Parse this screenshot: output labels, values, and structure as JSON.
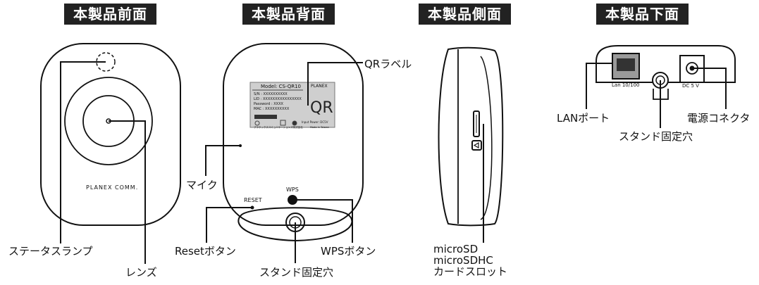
{
  "headers": {
    "front": "本製品前面",
    "back": "本製品背面",
    "side": "本製品側面",
    "bottom": "本製品下面"
  },
  "front": {
    "brand": "PLANEX COMM.",
    "status_lamp": "ステータスランプ",
    "lens": "レンズ"
  },
  "back": {
    "qr_label": "QRラベル",
    "mic": "マイク",
    "reset_small": "RESET",
    "wps_small": "WPS",
    "reset_button": "Resetボタン",
    "wps_button": "WPSボタン",
    "stand_hole": "スタンド固定穴",
    "sticker": {
      "model": "Model: CS-QR10",
      "brand": "PLANEX",
      "sn": "S/N : XXXXXXXXXX",
      "lid": "LID : XXXXXXXXXXXXXXXX",
      "password": "Password : XXXX",
      "mac": "MAC : XXXXXXXXXX",
      "power": "Input Power: DC5V",
      "maker": "プラネックスコミュニケーションズ株式会社",
      "origin": "Made in Taiwan",
      "qr": "QR"
    }
  },
  "side": {
    "slot_line1": "microSD",
    "slot_line2": "microSDHC",
    "slot_line3": "カードスロット"
  },
  "bottom": {
    "lan_small": "Lan 10/100",
    "dc_small": "DC 5 V",
    "lan_port": "LANポート",
    "power_connector": "電源コネクタ",
    "stand_hole": "スタンド固定穴"
  }
}
